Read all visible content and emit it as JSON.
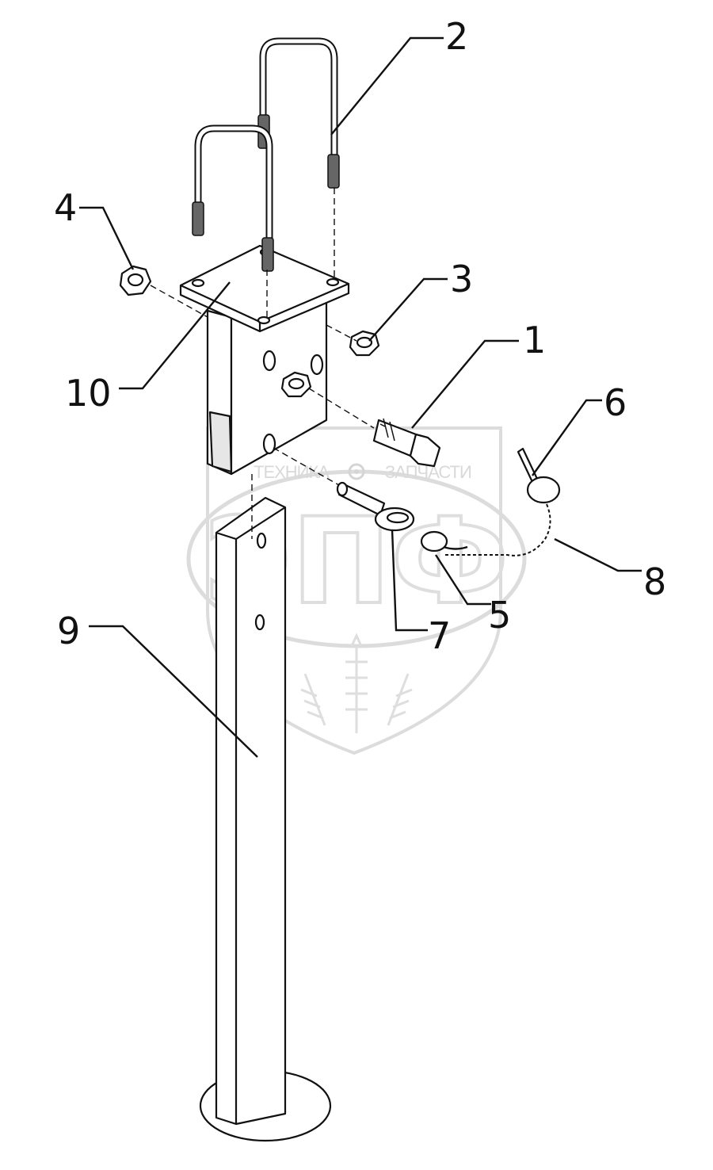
{
  "watermark": {
    "left_text": "ТЕХНИКА",
    "right_text": "ЗАПЧАСТИ",
    "logo_letters": "ЭПФ"
  },
  "callouts": [
    {
      "id": "c1",
      "text": "1"
    },
    {
      "id": "c2",
      "text": "2"
    },
    {
      "id": "c3",
      "text": "3"
    },
    {
      "id": "c4",
      "text": "4"
    },
    {
      "id": "c5",
      "text": "5"
    },
    {
      "id": "c6",
      "text": "6"
    },
    {
      "id": "c7",
      "text": "7"
    },
    {
      "id": "c8",
      "text": "8"
    },
    {
      "id": "c9",
      "text": "9"
    },
    {
      "id": "c10",
      "text": "10"
    }
  ]
}
